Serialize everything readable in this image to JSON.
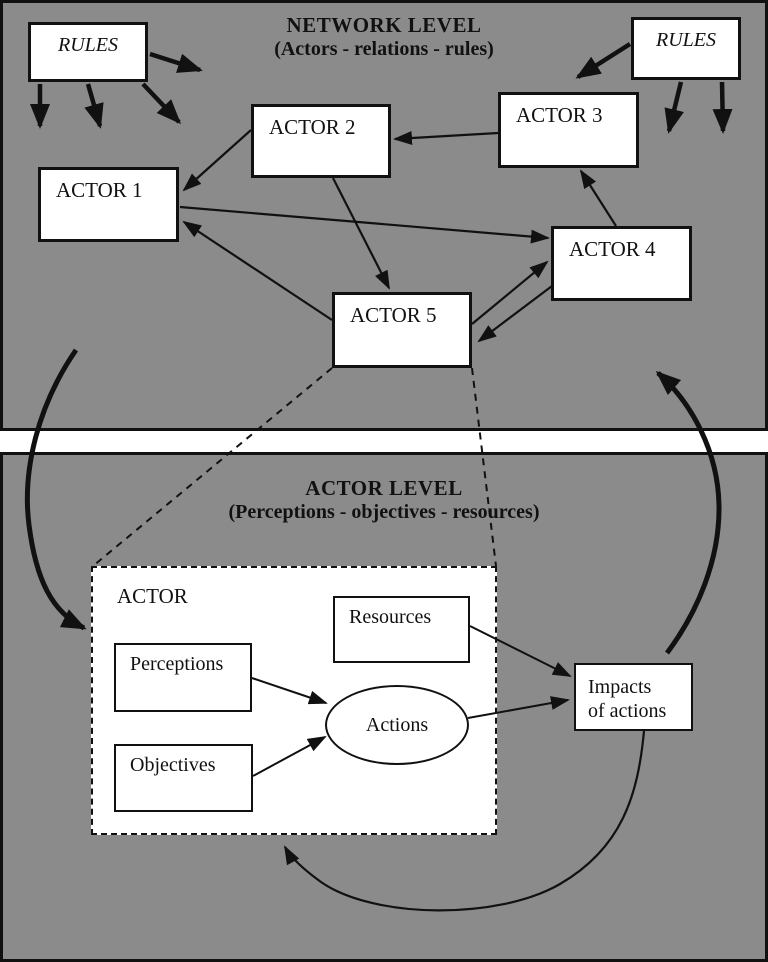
{
  "colors": {
    "background": "#8b8b8b",
    "panel_white": "#ffffff",
    "line_black": "#111111"
  },
  "network_level": {
    "title": "NETWORK LEVEL",
    "subtitle": "(Actors - relations - rules)",
    "rules_left_label": "RULES",
    "rules_right_label": "RULES",
    "actors": [
      "ACTOR 1",
      "ACTOR 2",
      "ACTOR 3",
      "ACTOR 4",
      "ACTOR 5"
    ]
  },
  "actor_level": {
    "title": "ACTOR LEVEL",
    "subtitle": "(Perceptions - objectives - resources)",
    "actor_box_label": "ACTOR",
    "perceptions_label": "Perceptions",
    "objectives_label": "Objectives",
    "resources_label": "Resources",
    "actions_label": "Actions",
    "impacts_line1": "Impacts",
    "impacts_line2": "of actions"
  }
}
